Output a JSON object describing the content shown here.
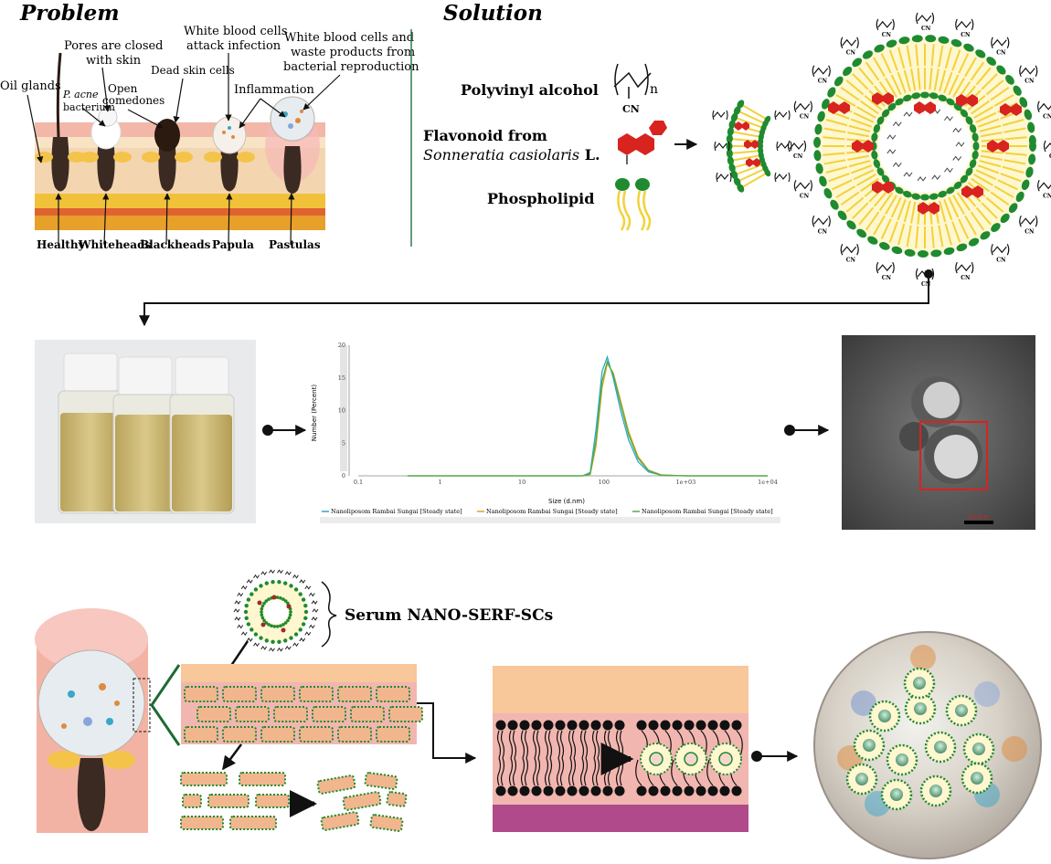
{
  "problem": {
    "title": "Problem",
    "oil_glands": "Oil glands",
    "p_acne": "P. acne",
    "bacterium": "bacterium",
    "pores_1": "Pores are closed",
    "pores_2": "with skin",
    "open_1": "Open",
    "open_2": "comedones",
    "dead_skin": "Dead skin cells",
    "wbc_1": "White blood cells",
    "wbc_2": "attack infection",
    "waste_1": "White blood cells and",
    "waste_2": "waste products from",
    "waste_3": "bacterial reproduction",
    "inflammation": "Inflammation",
    "stages": [
      "Healthy",
      "Whiteheads",
      "Blackheads",
      "Papula",
      "Pastulas"
    ]
  },
  "solution": {
    "title": "Solution",
    "pva": "Polyvinyl alcohol",
    "flavonoid_1": "Flavonoid from",
    "flavonoid_2a": "Sonneratia casiolaris",
    "flavonoid_2b": " L.",
    "phospholipid": "Phospholipid",
    "cn": "CN",
    "n": "n"
  },
  "dls": {
    "ylabel": "Number (Percent)",
    "xlabel": "Size (d.nm)",
    "legend": [
      "Nanoliposom Rambai Sungai [Steady state]",
      "Nanoliposom Rambai Sungai [Steady state]",
      "Nanoliposom Rambai Sungai [Steady state]"
    ]
  },
  "chart_data": {
    "type": "line",
    "xlabel": "Size (d.nm)",
    "ylabel": "Number (Percent)",
    "x_scale": "log",
    "xlim": [
      0.1,
      10000
    ],
    "ylim": [
      0,
      20
    ],
    "x_tick_labels": [
      "0.1",
      "1",
      "10",
      "100",
      "1e+03",
      "1e+04"
    ],
    "y_tick_labels": [
      "0",
      "5",
      "10",
      "15",
      "20"
    ],
    "x": [
      0.4,
      40,
      55,
      68,
      80,
      95,
      110,
      130,
      160,
      200,
      260,
      350,
      500,
      1000,
      10000
    ],
    "series": [
      {
        "name": "Nanoliposom Rambai Sungai [Steady state]",
        "color": "#2aa6c8",
        "values": [
          0,
          0,
          0,
          0.5,
          7,
          16,
          18.2,
          15,
          10,
          5.5,
          2.2,
          0.6,
          0.1,
          0,
          0
        ]
      },
      {
        "name": "Nanoliposom Rambai Sungai [Steady state]",
        "color": "#d8a21e",
        "values": [
          0,
          0,
          0,
          0.2,
          4.5,
          13.5,
          17.2,
          15.8,
          11.5,
          6.8,
          3,
          0.9,
          0.15,
          0,
          0
        ]
      },
      {
        "name": "Nanoliposom Rambai Sungai [Steady state]",
        "color": "#4cae4c",
        "values": [
          0,
          0,
          0,
          0.3,
          5.5,
          14.5,
          17.5,
          15.5,
          11,
          6.3,
          2.7,
          0.8,
          0.1,
          0,
          0
        ]
      }
    ],
    "legend_position": "bottom"
  },
  "tem": {
    "scale_label": "50.0nm"
  },
  "serum": {
    "label": "Serum NANO-SERF-SCs"
  },
  "colors": {
    "green_heading_line": "#2e7d4f",
    "liposome_green": "#1f8a2f",
    "flavonoid_red": "#d8231f",
    "skin_pink": "#f2b6b0",
    "skin_peach": "#f8c79a",
    "skin_magenta": "#b04a8a"
  }
}
